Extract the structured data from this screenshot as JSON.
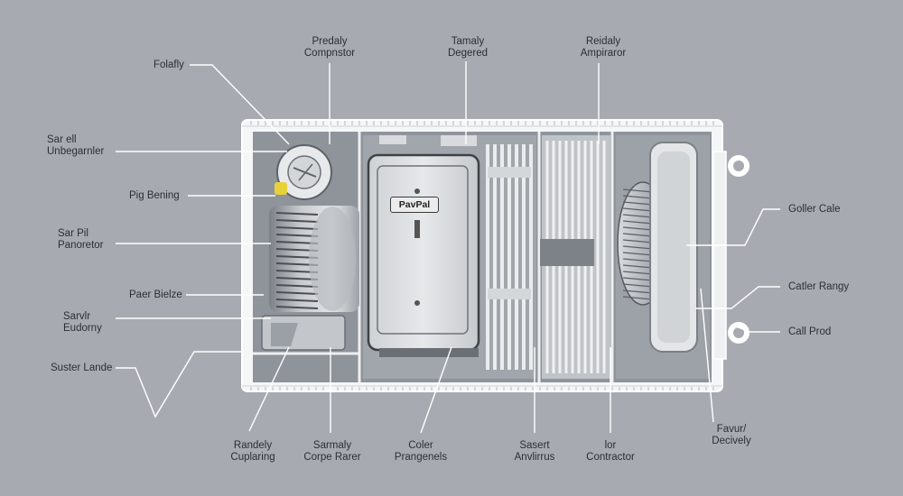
{
  "labels_left": [
    {
      "lines": [
        "Folafly"
      ]
    },
    {
      "lines": [
        "Sar ell",
        "Unbegarnler"
      ]
    },
    {
      "lines": [
        "Pig Bening"
      ]
    },
    {
      "lines": [
        "Sar Pil",
        "Panoretor"
      ]
    },
    {
      "lines": [
        "Paer Bielze"
      ]
    },
    {
      "lines": [
        "Sarvlr",
        "Eudorny"
      ]
    },
    {
      "lines": [
        "Suster Lande"
      ]
    }
  ],
  "labels_top": [
    {
      "lines": [
        "Predaly",
        "Compnstor"
      ]
    },
    {
      "lines": [
        "Tamaly",
        "Degered"
      ]
    },
    {
      "lines": [
        "Reidaly",
        "Ampiraror"
      ]
    }
  ],
  "labels_right": [
    {
      "lines": [
        "Goller Cale"
      ]
    },
    {
      "lines": [
        "Catler Rangy"
      ]
    },
    {
      "lines": [
        "Call Prod"
      ]
    },
    {
      "lines": [
        "Favur/",
        "Decively"
      ]
    }
  ],
  "labels_bottom": [
    {
      "lines": [
        "Randely",
        "Cuplaring"
      ]
    },
    {
      "lines": [
        "Sarmaly",
        "Corpe Rarer"
      ]
    },
    {
      "lines": [
        "Coler",
        "Prangenels"
      ]
    },
    {
      "lines": [
        "Sasert",
        "Anvlirrus"
      ]
    },
    {
      "lines": [
        "lor",
        "Contractor"
      ]
    }
  ],
  "panel_badge": "PavPal",
  "colors": {
    "background": "#a7abb1",
    "frame": "#f4f4f4",
    "interior": "#8e939a",
    "leader": "#ffffff",
    "accent": "#e8d23a"
  }
}
